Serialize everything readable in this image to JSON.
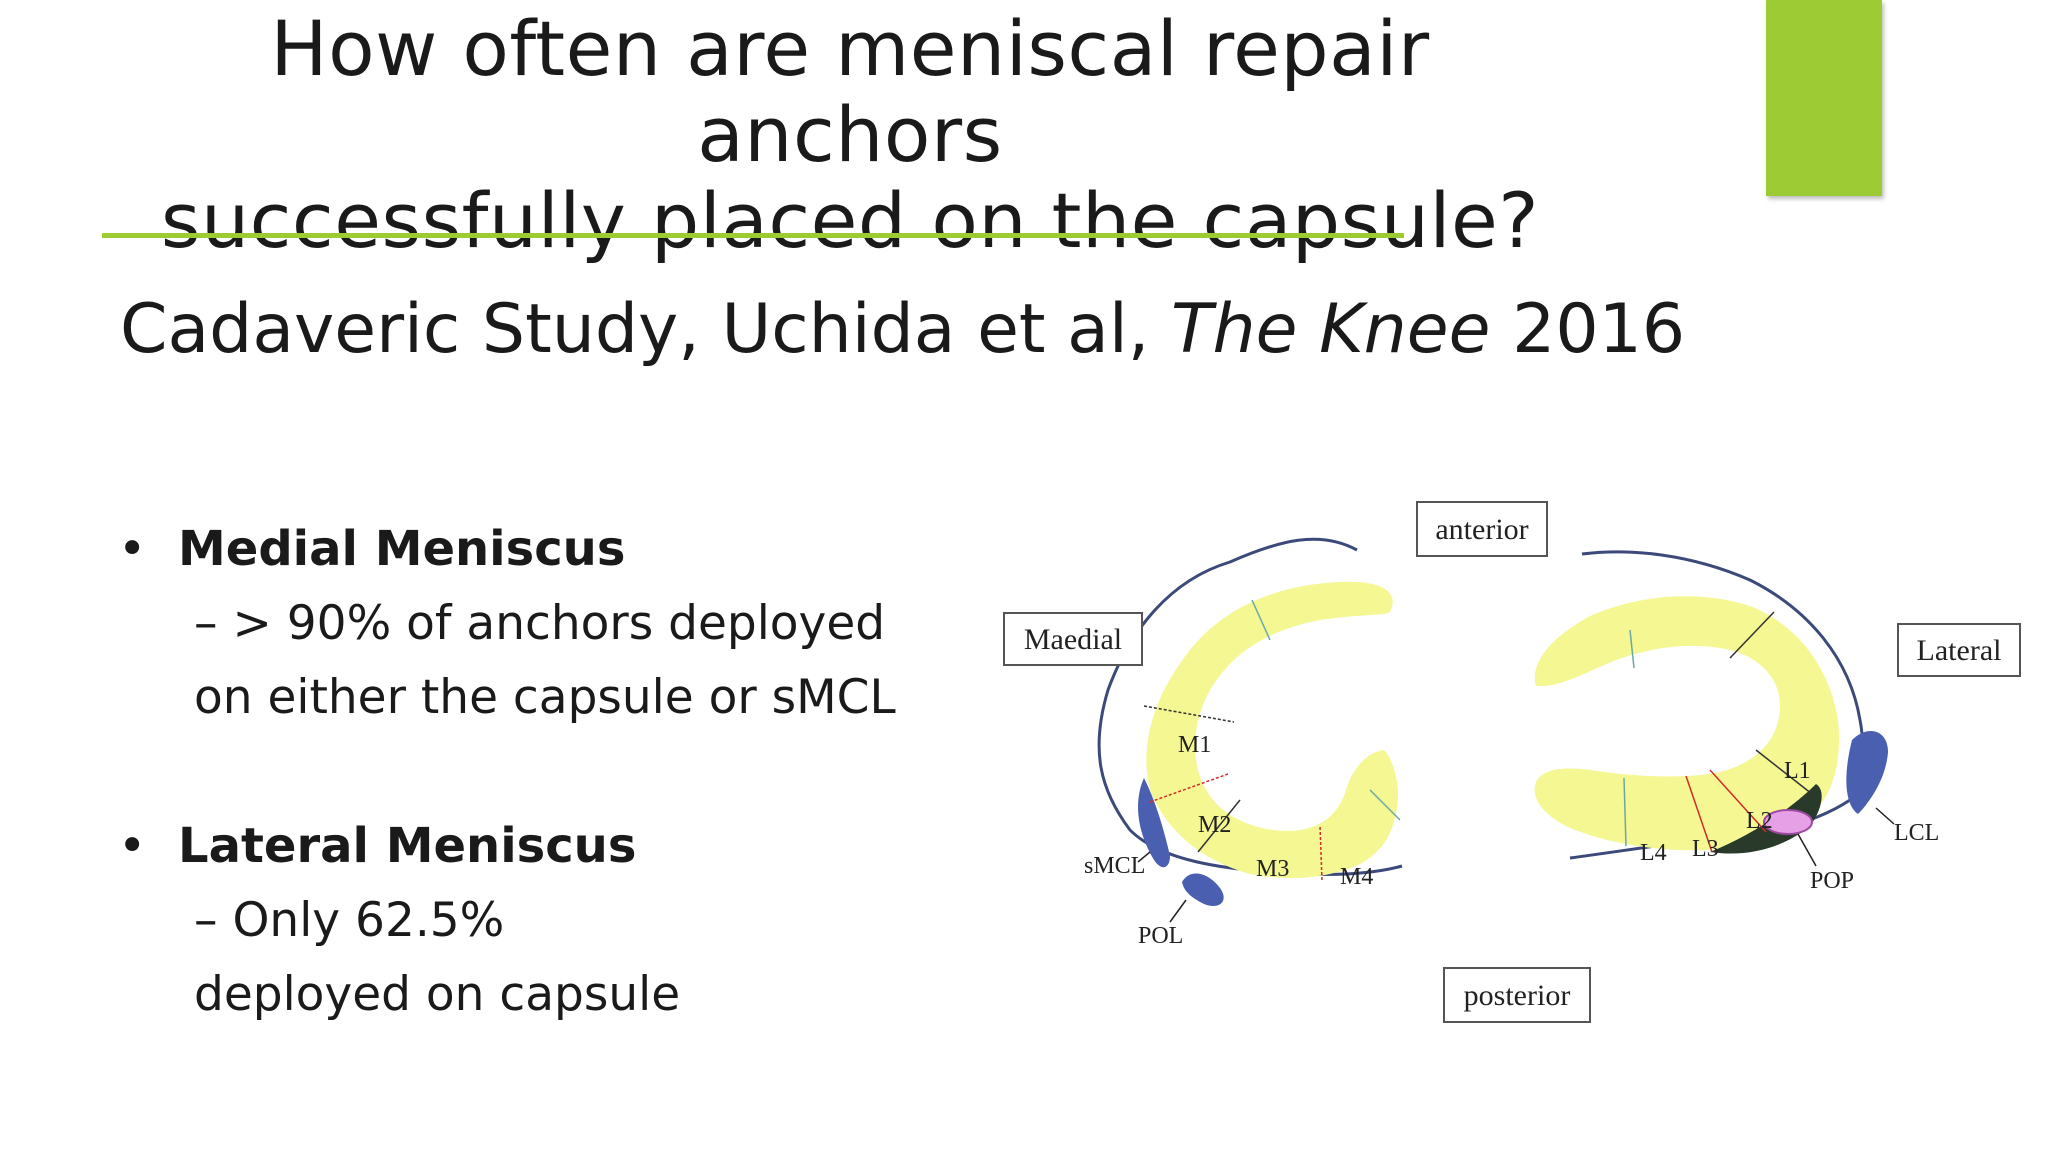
{
  "slide": {
    "title_line1": "How often are meniscal repair anchors",
    "title_line2": "successfully placed on the capsule?",
    "subtitle_prefix": "Cadaveric Study, Uchida et al,",
    "subtitle_journal": "The Knee",
    "subtitle_year": "2016",
    "accent_color": "#9ccb34"
  },
  "bullets": [
    {
      "symbol": "•",
      "heading": "Medial Meniscus",
      "line1": "– > 90% of anchors deployed",
      "line2": "on either the capsule or sMCL"
    },
    {
      "symbol": "•",
      "heading": "Lateral Meniscus",
      "line1": "– Only 62.5%",
      "line2": "deployed on capsule"
    }
  ],
  "diagram": {
    "boxes": {
      "anterior": "anterior",
      "medial": "Maedial",
      "lateral": "Lateral",
      "posterior": "posterior"
    },
    "zones_medial": [
      "M1",
      "M2",
      "M3",
      "M4"
    ],
    "zones_lateral": [
      "L1",
      "L2",
      "L3",
      "L4"
    ],
    "structures": {
      "smcl": "sMCL",
      "pol": "POL",
      "lcl": "LCL",
      "pop": "POP"
    },
    "colors": {
      "meniscus": "#f4f792",
      "ligament": "#4a5fb0",
      "capsule": "#3b4a7a",
      "popliteus": "#2a3a2a",
      "pop_tendon": "#e6a0e6",
      "zone_red": "#d22b2b"
    }
  }
}
